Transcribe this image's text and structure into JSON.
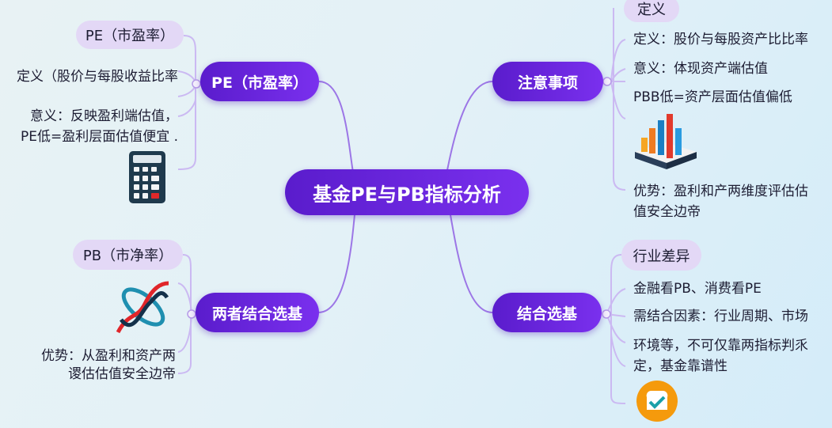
{
  "center": {
    "label": "基金PE与PB指标分析"
  },
  "colors": {
    "main_node": "#6a26e0",
    "sub_pill": "#e3d8f6",
    "connector": "#a07ae8",
    "branch": "#c9b6f2"
  },
  "branches": {
    "pe": {
      "label": "PE（市盈率）",
      "pill": "PE（市盈率）",
      "items": [
        "定义（股价与每股收益比率",
        "意义：反映盈利端估值，",
        "PE低=盈利层面估值便宜 ."
      ],
      "icon": "calculator-icon"
    },
    "notes": {
      "label": "注意事项",
      "pill": "定义",
      "items": [
        "定义：股价与每股资产比比率",
        "意义：体现资产端估值",
        "PBB低=资产层面估值偏低",
        "优势：盈利和产两维度评估估",
        "值安全边帝"
      ],
      "icon": "bar-chart-icon"
    },
    "both": {
      "label": "两者结合选基",
      "pill": "PB（市净率）",
      "items": [
        "优势：从盈利和资产两",
        "谡估估值安全边帝"
      ],
      "icon": "dna-icon"
    },
    "combine": {
      "label": "结合选基",
      "pill": "行业差异",
      "items": [
        "金融看PB、消费看PE",
        "需结合因素：行业周期、市场",
        "环境等，不可仅靠两指标判乑",
        "定，基金靠谱性"
      ],
      "icon": "checklist-icon"
    }
  }
}
